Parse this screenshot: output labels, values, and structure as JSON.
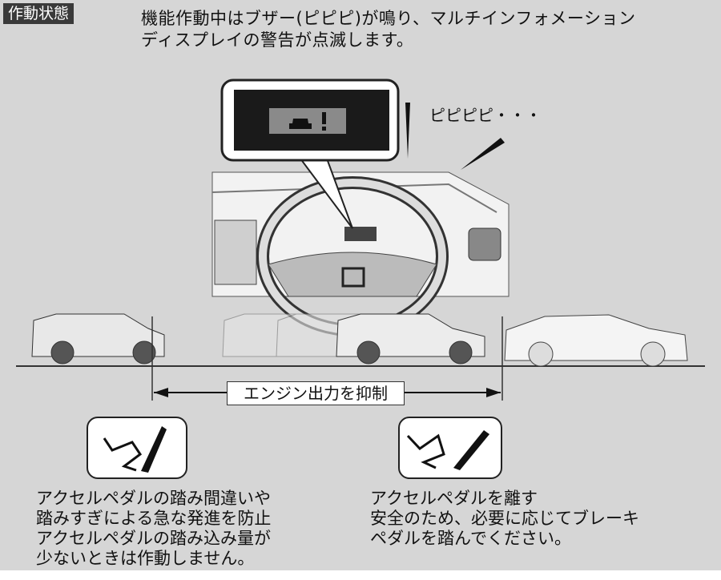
{
  "section_tag": "作動状態",
  "intro": [
    "機能作動中はブザー(ピピピ)が鳴り、マルチインフォメーション",
    "ディスプレイの警告が点滅します。"
  ],
  "beep_text": "ピピピピ・・・",
  "range_label": "エンジン出力を抑制",
  "left_panel": {
    "icon": "pedal-pressed-icon",
    "lines": [
      "アクセルペダルの踏み間違いや",
      "踏みすぎによる急な発進を防止",
      "アクセルペダルの踏み込み量が",
      "少ないときは作動しません。"
    ]
  },
  "right_panel": {
    "icon": "pedal-released-icon",
    "lines": [
      "アクセルペダルを離す",
      "安全のため、必要に応じてブレーキ",
      "ペダルを踏んでください。"
    ]
  },
  "display_icon": "car-warning-icon"
}
